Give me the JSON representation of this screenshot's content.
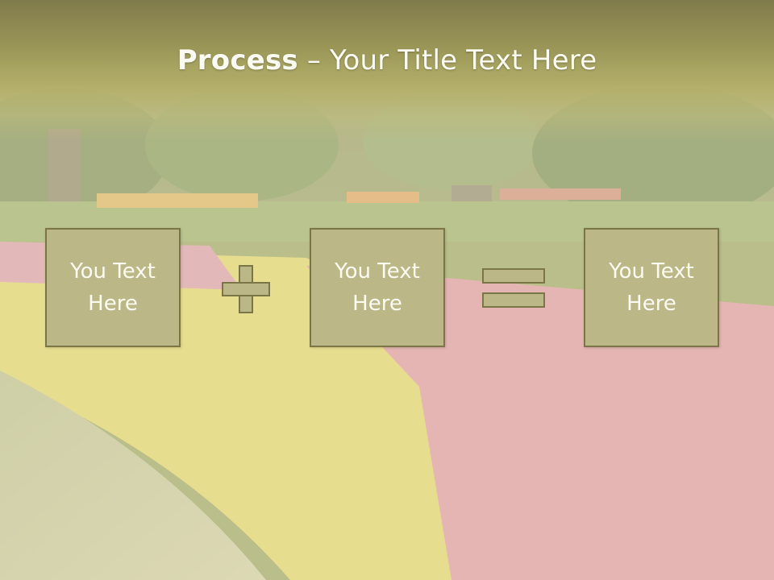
{
  "slide": {
    "title_bold": "Process",
    "title_rest": " – Your Title Text Here",
    "boxes": [
      {
        "label": "You Text\nHere"
      },
      {
        "label": "You Text\nHere"
      },
      {
        "label": "You Text\nHere"
      }
    ],
    "operators": [
      "plus-icon",
      "equals-icon"
    ]
  },
  "colors": {
    "title_band": "#9b9758",
    "box_fill": "#bcb787",
    "box_border": "#7a7647",
    "text": "#fcfbf2"
  }
}
